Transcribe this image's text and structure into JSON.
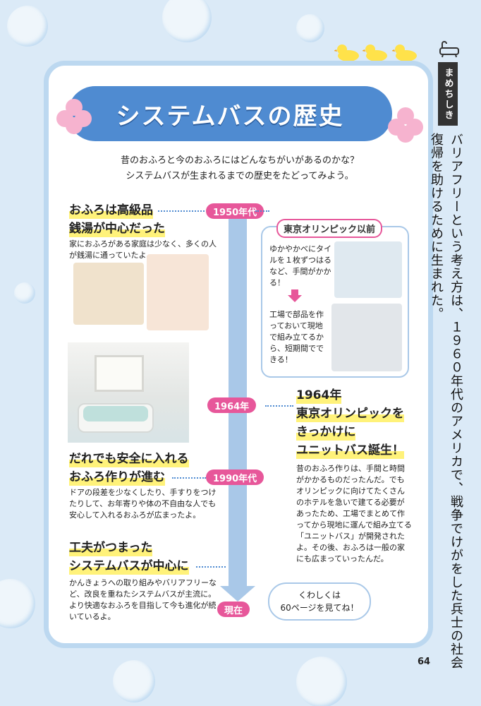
{
  "title": "システムバスの歴史",
  "intro": {
    "line1": "昔のおふろと今のおふろにはどんなちがいがあるのかな？",
    "line2": "システムバスが生まれるまでの歴史をたどってみよう。"
  },
  "eras": [
    "1950年代",
    "1964年",
    "1990年代",
    "現在"
  ],
  "section_1950": {
    "head1": "おふろは高級品",
    "head2": "銭湯が中心だった",
    "body": "家におふろがある家庭は少なく、多くの人が銭湯に通っていたよ。"
  },
  "tokyo_box": {
    "label": "東京オリンピック以前",
    "text1": "ゆかやかべにタイルを１枚ずつはるなど、手間がかかる！",
    "text2": "工場で部品を作っておいて現地で組み立てるから、短期間でできる！"
  },
  "section_1964": {
    "head1": "1964年",
    "head2": "東京オリンピックを",
    "head3": "きっかけに",
    "head4": "ユニットバス誕生！",
    "body": "昔のおふろ作りは、手間と時間がかかるものだったんだ。でもオリンピックに向けてたくさんのホテルを急いで建てる必要があったため、工場でまとめて作ってから現地に運んで組み立てる「ユニットバス」が開発されたよ。その後、おふろは一般の家にも広まっていったんだ。"
  },
  "section_1990": {
    "head1": "だれでも安全に入れる",
    "head2": "おふろ作りが進む",
    "body": "ドアの段差を少なくしたり、手すりをつけたりして、お年寄りや体の不自由な人でも安心して入れるおふろが広まったよ。"
  },
  "section_now": {
    "head1": "工夫がつまった",
    "head2": "システムバスが中心に",
    "body": "かんきょうへの取り組みやバリアフリーなど、改良を重ねたシステムバスが主流に。より快適なおふろを目指して今も進化が続いているよ。"
  },
  "speech": {
    "line1": "くわしくは",
    "line2": "60ページを見てね！"
  },
  "sidebar": {
    "label": "まめちしき",
    "text": "バリアフリーという考え方は、１９６０年代のアメリカで、戦争でけがをした兵士の社会復帰を助けるために生まれた。"
  },
  "page_number": "64",
  "colors": {
    "banner": "#4f8bd1",
    "era_pill": "#e7579a",
    "highlight": "#fff27a",
    "axis": "#a9c8e8"
  }
}
